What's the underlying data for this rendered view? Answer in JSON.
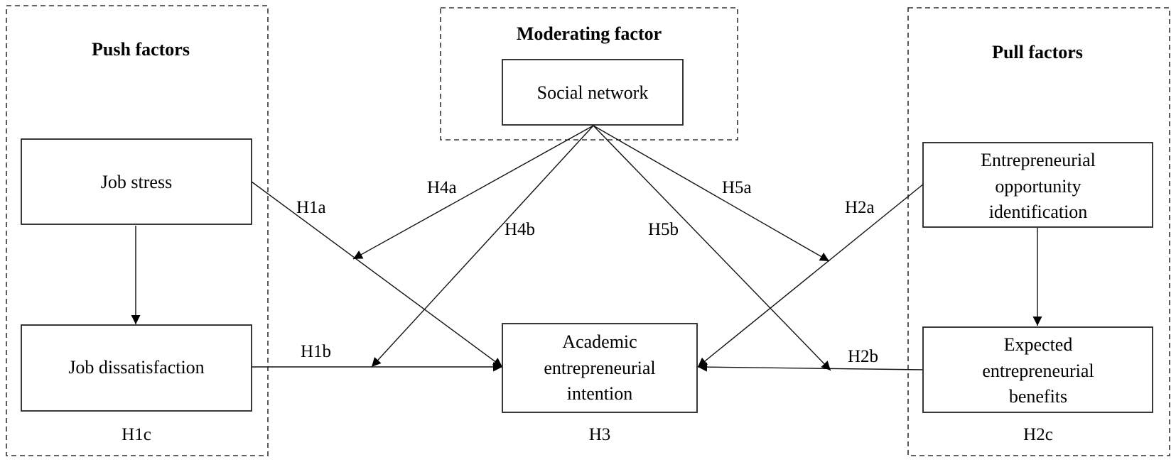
{
  "groups": {
    "push": {
      "title": "Push factors"
    },
    "moderating": {
      "title": "Moderating factor"
    },
    "pull": {
      "title": "Pull factors"
    }
  },
  "nodes": {
    "social_network": {
      "lines": [
        "Social network"
      ]
    },
    "job_stress": {
      "lines": [
        "Job stress"
      ]
    },
    "job_dissatisfaction": {
      "lines": [
        "Job dissatisfaction"
      ]
    },
    "academic_intention": {
      "lines": [
        "Academic",
        "entrepreneurial",
        "intention"
      ]
    },
    "opportunity_identification": {
      "lines": [
        "Entrepreneurial",
        "opportunity",
        "identification"
      ]
    },
    "expected_benefits": {
      "lines": [
        "Expected",
        "entrepreneurial",
        "benefits"
      ]
    }
  },
  "hypotheses": {
    "h1a": "H1a",
    "h1b": "H1b",
    "h1c": "H1c",
    "h2a": "H2a",
    "h2b": "H2b",
    "h2c": "H2c",
    "h3": "H3",
    "h4a": "H4a",
    "h4b": "H4b",
    "h5a": "H5a",
    "h5b": "H5b"
  },
  "edges": [
    {
      "from": "job_stress",
      "to": "academic_intention",
      "label": "H1a"
    },
    {
      "from": "job_stress",
      "to": "job_dissatisfaction",
      "label": ""
    },
    {
      "from": "job_dissatisfaction",
      "to": "academic_intention",
      "label": "H1b"
    },
    {
      "from": "opportunity_identification",
      "to": "academic_intention",
      "label": "H2a"
    },
    {
      "from": "opportunity_identification",
      "to": "expected_benefits",
      "label": ""
    },
    {
      "from": "expected_benefits",
      "to": "academic_intention",
      "label": "H2b"
    },
    {
      "from": "social_network",
      "to": "H1a path",
      "label": "H4a"
    },
    {
      "from": "social_network",
      "to": "H1b path",
      "label": "H4b"
    },
    {
      "from": "social_network",
      "to": "H2a path",
      "label": "H5a"
    },
    {
      "from": "social_network",
      "to": "H2b path",
      "label": "H5b"
    }
  ]
}
